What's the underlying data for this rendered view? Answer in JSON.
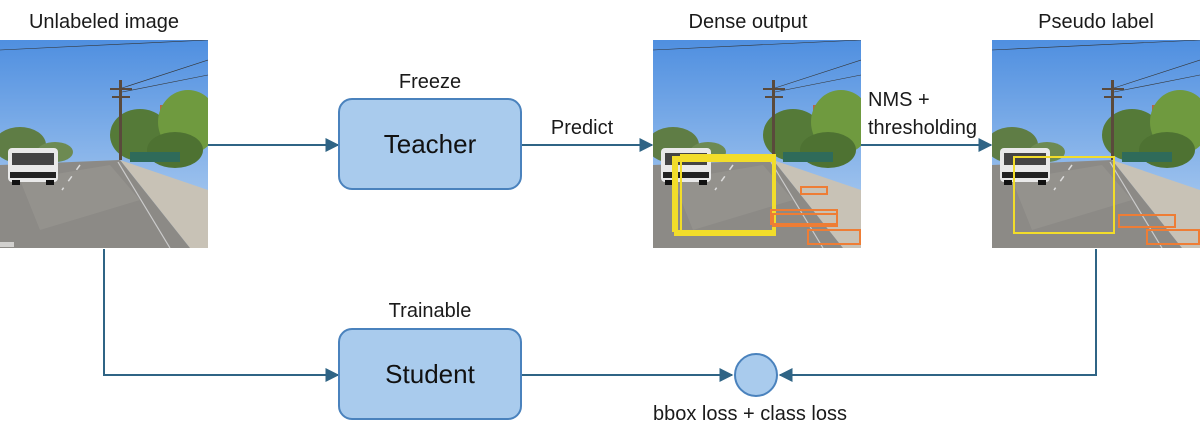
{
  "images": {
    "unlabeled_caption": "Unlabeled image",
    "dense_caption": "Dense output",
    "pseudo_caption": "Pseudo label"
  },
  "teacher": {
    "label": "Teacher",
    "state": "Freeze"
  },
  "student": {
    "label": "Student",
    "state": "Trainable"
  },
  "edges": {
    "predict": "Predict",
    "nms_line1": "NMS +",
    "nms_line2": "thresholding"
  },
  "loss": {
    "label": "bbox loss + class loss"
  },
  "colors": {
    "box_fill": "#a9cbed",
    "box_border": "#4a82bd",
    "arrow": "#2f6485",
    "yellow_box": "#f2dd2a",
    "orange_box": "#ee7d35"
  }
}
